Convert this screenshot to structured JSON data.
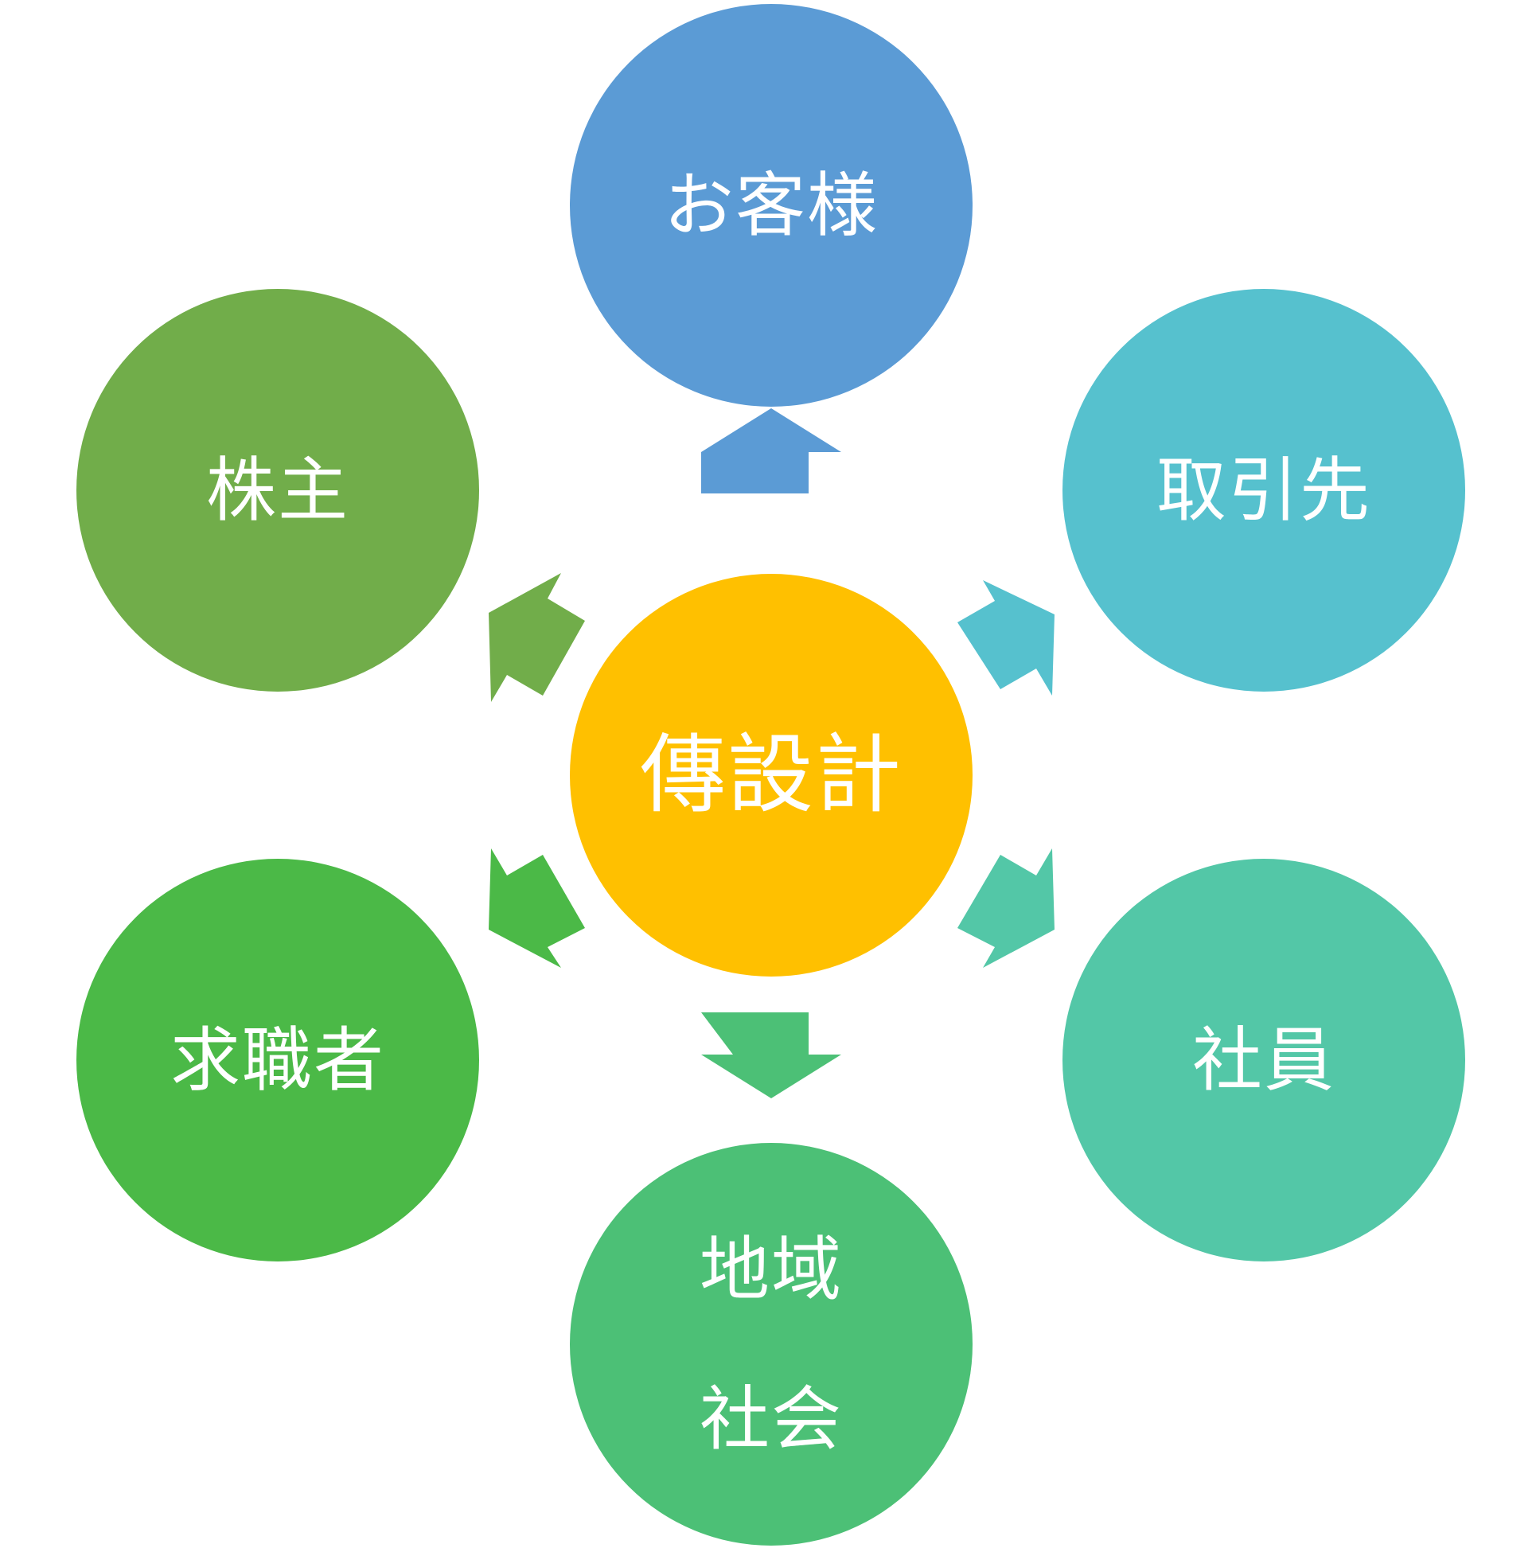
{
  "diagram": {
    "center": {
      "label": "傳設計",
      "color": "#FFC000"
    },
    "nodes": [
      {
        "id": "customers",
        "lines": [
          "お客様"
        ],
        "color": "#5B9BD5"
      },
      {
        "id": "partners",
        "lines": [
          "取引先"
        ],
        "color": "#56C1CE"
      },
      {
        "id": "employees",
        "lines": [
          "社員"
        ],
        "color": "#53C7A7"
      },
      {
        "id": "community",
        "lines": [
          "地域",
          "社会"
        ],
        "color": "#4CC076"
      },
      {
        "id": "job-seekers",
        "lines": [
          "求職者"
        ],
        "color": "#4BB947"
      },
      {
        "id": "shareholders",
        "lines": [
          "株主"
        ],
        "color": "#71AD4A"
      }
    ]
  }
}
